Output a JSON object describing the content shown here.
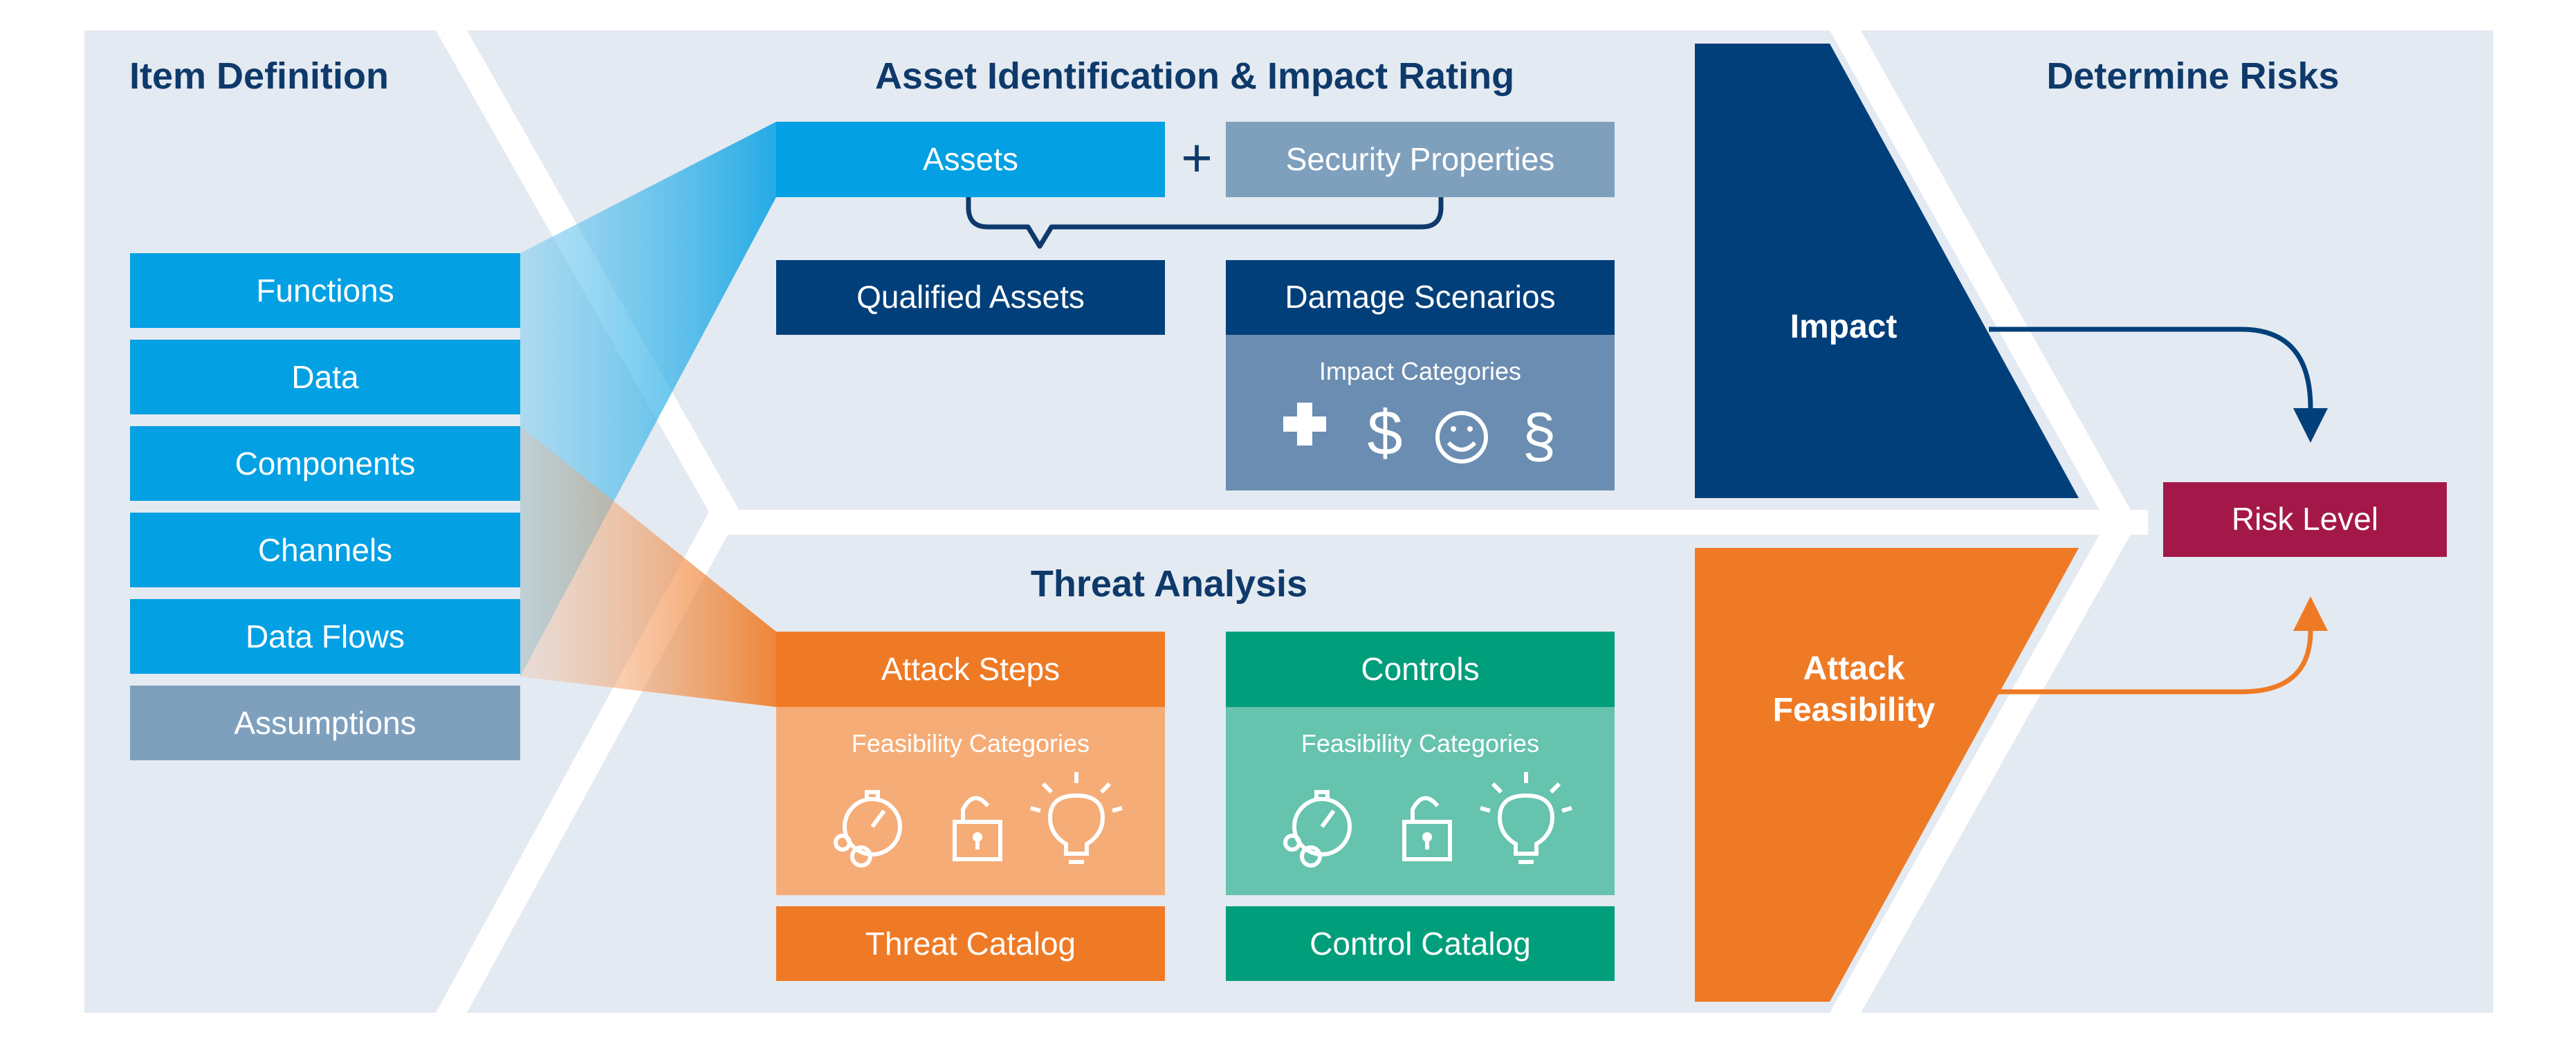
{
  "sections": {
    "item_definition": "Item Definition",
    "asset_identification": "Asset Identification & Impact Rating",
    "threat_analysis": "Threat Analysis",
    "determine_risks": "Determine Risks"
  },
  "item_definition_items": [
    "Functions",
    "Data",
    "Components",
    "Channels",
    "Data Flows",
    "Assumptions"
  ],
  "assets": {
    "assets_label": "Assets",
    "plus_symbol": "+",
    "security_properties_label": "Security Properties",
    "qualified_assets_label": "Qualified Assets",
    "damage_scenarios_label": "Damage Scenarios",
    "impact_categories_label": "Impact Categories",
    "impact_icons": [
      "safety-cross-icon",
      "dollar-icon",
      "smiley-icon",
      "section-sign-icon"
    ],
    "dollar_glyph": "$",
    "section_glyph": "§"
  },
  "threat": {
    "attack_steps_label": "Attack Steps",
    "attack_feasibility_categories_label": "Feasibility Categories",
    "threat_catalog_label": "Threat Catalog",
    "controls_label": "Controls",
    "controls_feasibility_categories_label": "Feasibility Categories",
    "control_catalog_label": "Control Catalog",
    "feasibility_icons": [
      "stopwatch-gears-icon",
      "padlock-icon",
      "lightbulb-icon"
    ]
  },
  "risks": {
    "impact_label": "Impact",
    "attack_feasibility_line1": "Attack",
    "attack_feasibility_line2": "Feasibility",
    "risk_level_label": "Risk Level"
  },
  "colors": {
    "panel_bg": "#e4eaf1",
    "title_navy": "#0e3a6b",
    "bright_blue": "#03a0e3",
    "steel_blue": "#7fa0bd",
    "dark_navy": "#003f7a",
    "impact_panel": "#6b8db1",
    "orange": "#ef7a25",
    "light_orange": "#f5ac77",
    "teal": "#009e7b",
    "light_teal": "#66c3ae",
    "risk_level": "#a31849"
  }
}
